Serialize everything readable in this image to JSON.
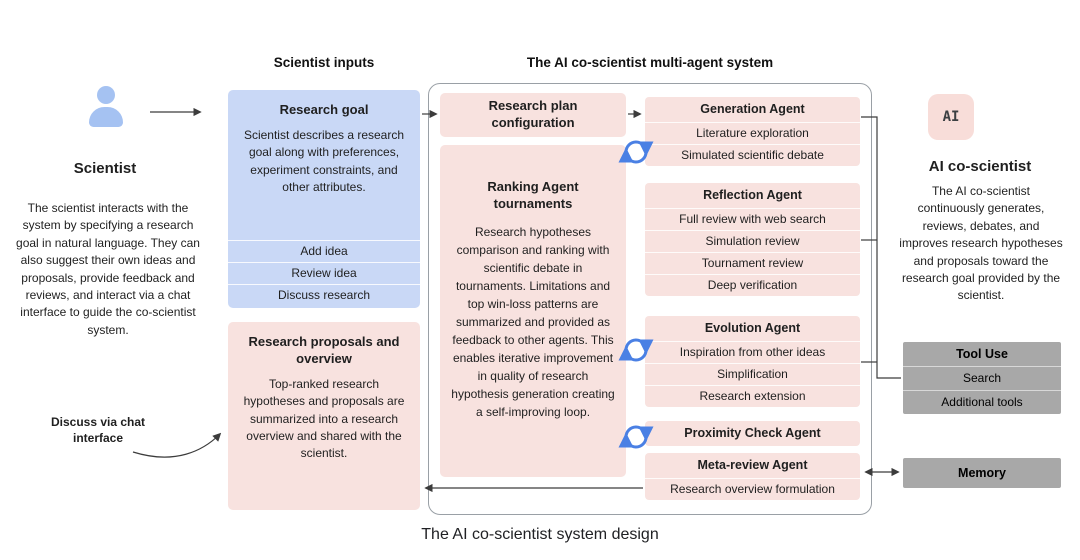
{
  "caption": "The AI co-scientist system design",
  "scientist": {
    "title": "Scientist",
    "description": "The scientist interacts with the system by specifying a research goal in natural language. They can also suggest their own ideas and proposals, provide feedback and reviews, and interact via a chat interface to guide the co-scientist system.",
    "chat_note": "Discuss via chat interface"
  },
  "scientist_inputs": {
    "header": "Scientist inputs",
    "research_goal": {
      "title": "Research goal",
      "description": "Scientist describes a research goal along with preferences, experiment constraints, and other attributes.",
      "items": [
        "Add idea",
        "Review idea",
        "Discuss research"
      ]
    },
    "research_proposals": {
      "title": "Research proposals and overview",
      "description": "Top-ranked research hypotheses and proposals are summarized into a research overview and shared with the scientist."
    }
  },
  "multi_agent_system": {
    "header": "The AI co-scientist multi-agent system",
    "research_plan": {
      "title": "Research plan configuration"
    },
    "ranking_agent": {
      "title": "Ranking Agent tournaments",
      "description": "Research hypotheses comparison and ranking with scientific debate in tournaments. Limitations and top win-loss patterns are summarized and provided as feedback to other agents. This enables iterative improvement in quality of research hypothesis generation creating a self-improving loop."
    },
    "agents": [
      {
        "title": "Generation Agent",
        "items": [
          "Literature exploration",
          "Simulated scientific debate"
        ]
      },
      {
        "title": "Reflection Agent",
        "items": [
          "Full review with web search",
          "Simulation review",
          "Tournament review",
          "Deep verification"
        ]
      },
      {
        "title": "Evolution Agent",
        "items": [
          "Inspiration from other ideas",
          "Simplification",
          "Research extension"
        ]
      },
      {
        "title": "Proximity Check Agent",
        "items": []
      },
      {
        "title": "Meta-review Agent",
        "items": [
          "Research overview formulation"
        ]
      }
    ]
  },
  "ai_coscientist": {
    "icon_label": "AI",
    "title": "AI co-scientist",
    "description": "The AI co-scientist continuously generates, reviews, debates, and improves research hypotheses and proposals toward the research goal provided by the scientist.",
    "tool_use": {
      "title": "Tool Use",
      "items": [
        "Search",
        "Additional tools"
      ]
    },
    "memory": {
      "title": "Memory"
    }
  },
  "colors": {
    "blue_box": "#c9d8f6",
    "pink_box": "#f8e2df",
    "gray_box": "#a8a8a8",
    "loop_blue": "#4a80e4"
  }
}
